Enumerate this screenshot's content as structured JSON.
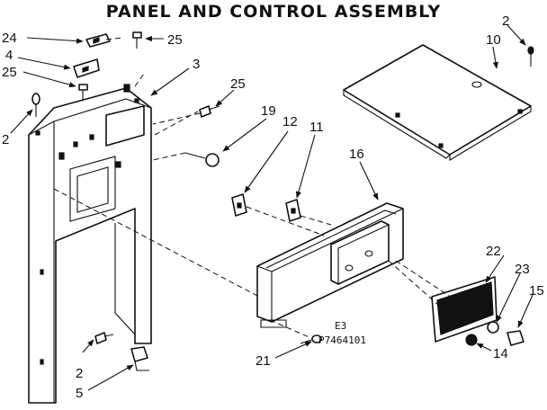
{
  "diagram": {
    "title": "PANEL AND CONTROL ASSEMBLY",
    "codes": [
      "E3",
      "P7464101"
    ],
    "callouts": {
      "c24": "24",
      "c4": "4",
      "c25a": "25",
      "c25b": "25",
      "c25c": "25",
      "c3": "3",
      "c2a": "2",
      "c2b": "2",
      "c2c": "2",
      "c10": "10",
      "c19": "19",
      "c12": "12",
      "c11": "11",
      "c16": "16",
      "c22": "22",
      "c23": "23",
      "c15": "15",
      "c14": "14",
      "c21": "21",
      "c5": "5"
    }
  }
}
